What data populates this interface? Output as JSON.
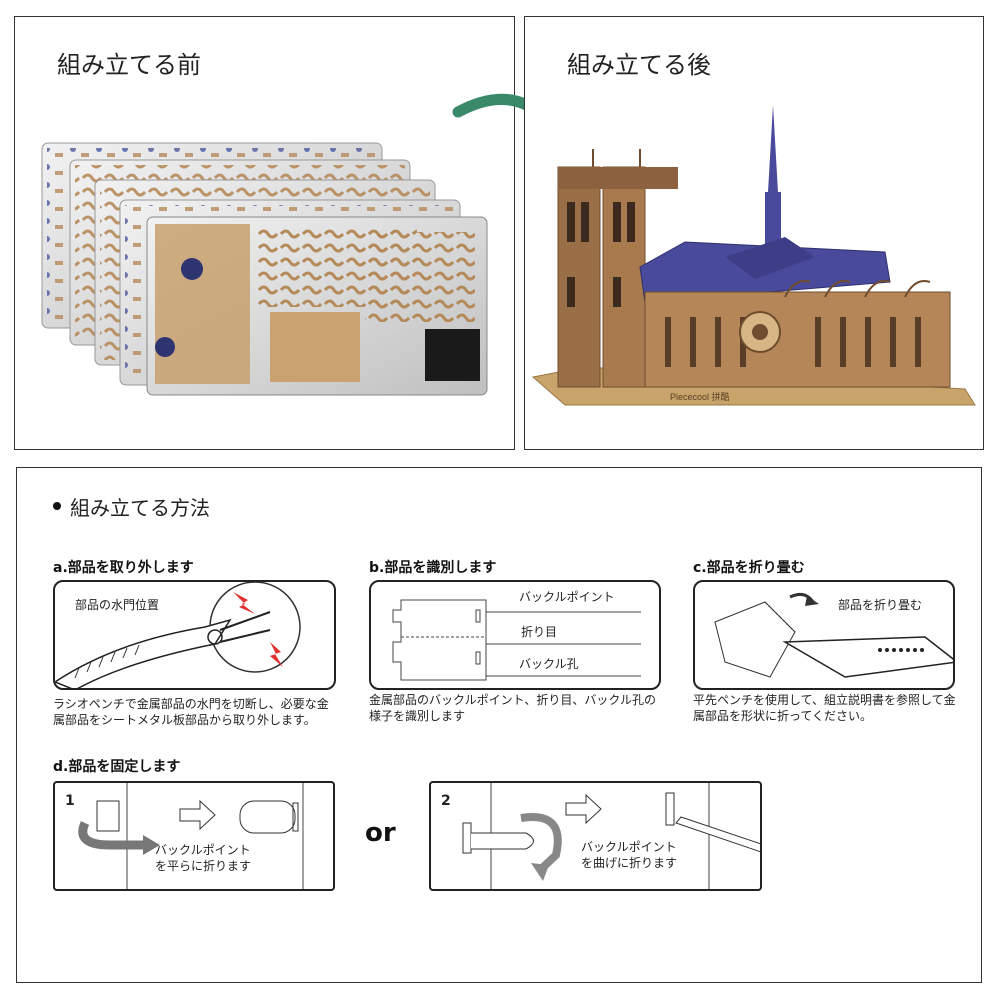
{
  "before": {
    "title": "組み立てる前"
  },
  "after": {
    "title": "組み立てる後",
    "brand": "Piececool 拼酷"
  },
  "howto": {
    "heading": "組み立てる方法",
    "a": {
      "title": "a.部品を取り外します",
      "label": "部品の水門位置",
      "caption": "ラシオペンチで金属部品の水門を切断し、必要な金属部品をシートメタル板部品から取り外します。"
    },
    "b": {
      "title": "b.部品を識別します",
      "labels": [
        "バックルポイント",
        "折り目",
        "バックル孔"
      ],
      "caption": "金属部品のバックルポイント、折り目、バックル孔の様子を識別します"
    },
    "c": {
      "title": "c.部品を折り畳む",
      "label": "部品を折り畳む",
      "caption": "平先ペンチを使用して、組立説明書を参照して金属部品を形状に折ってください。"
    },
    "d": {
      "title": "d.部品を固定します",
      "one": {
        "num": "1",
        "label_line1": "バックルポイント",
        "label_line2": "を平らに折ります"
      },
      "or": "or",
      "two": {
        "num": "2",
        "label_line1": "バックルポイント",
        "label_line2": "を曲げに折ります"
      }
    }
  },
  "colors": {
    "arrow": "#3a8a6a",
    "roof": "#4a4a9c",
    "bronze": "#a87a4e",
    "gold": "#c8a36a"
  }
}
